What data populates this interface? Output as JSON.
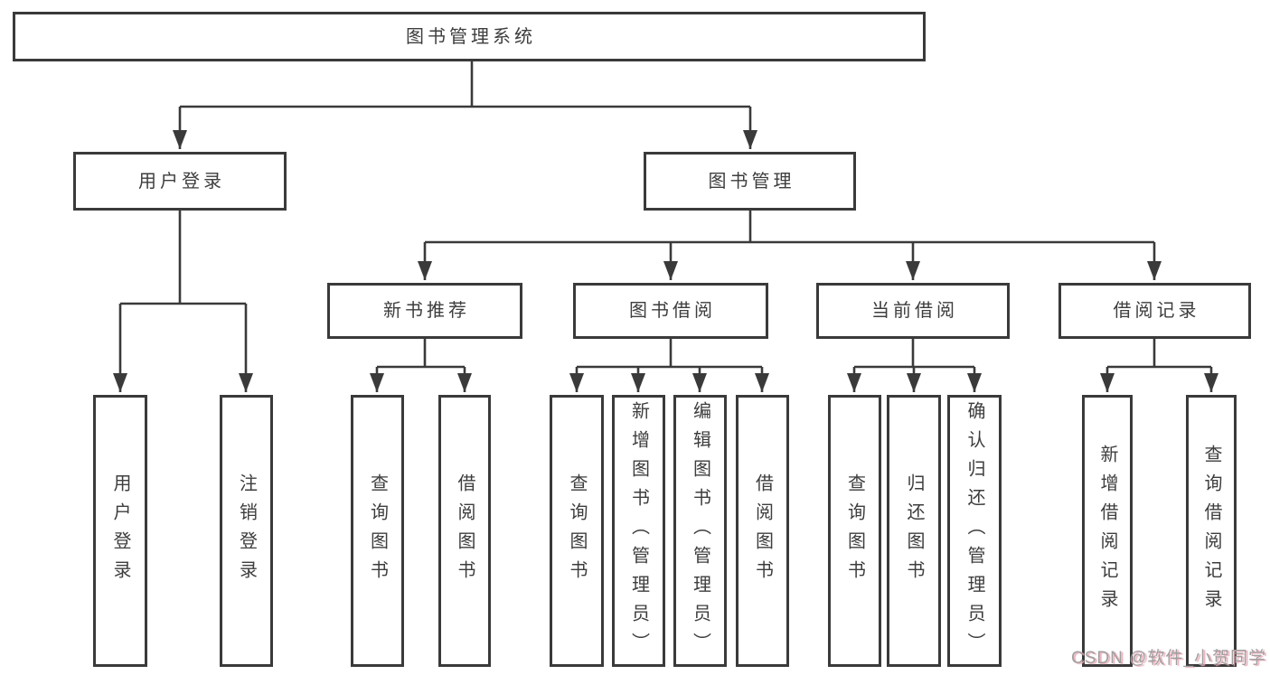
{
  "colors": {
    "line": "#3a3a3a",
    "text": "#3d3d3d",
    "watermark_gray": "#9f9f9f",
    "watermark_pink": "#eaa9b6"
  },
  "watermark": "CSDN @软件_小贺同学",
  "tree": {
    "root": "图书管理系统",
    "user_login": {
      "label": "用户登录",
      "children": {
        "login": "用户登录",
        "logout": "注销登录"
      }
    },
    "book_mgmt": {
      "label": "图书管理",
      "sections": {
        "new_books": {
          "label": "新书推荐",
          "children": {
            "query": "查询图书",
            "borrow": "借阅图书"
          }
        },
        "borrowing": {
          "label": "图书借阅",
          "children": {
            "query": "查询图书",
            "add": "新增图书（管理员）",
            "edit": "编辑图书（管理员）",
            "borrow": "借阅图书"
          }
        },
        "current": {
          "label": "当前借阅",
          "children": {
            "query": "查询图书",
            "return": "归还图书",
            "confirm": "确认归还（管理员）"
          }
        },
        "records": {
          "label": "借阅记录",
          "children": {
            "add": "新增借阅记录",
            "query": "查询借阅记录"
          }
        }
      }
    }
  }
}
